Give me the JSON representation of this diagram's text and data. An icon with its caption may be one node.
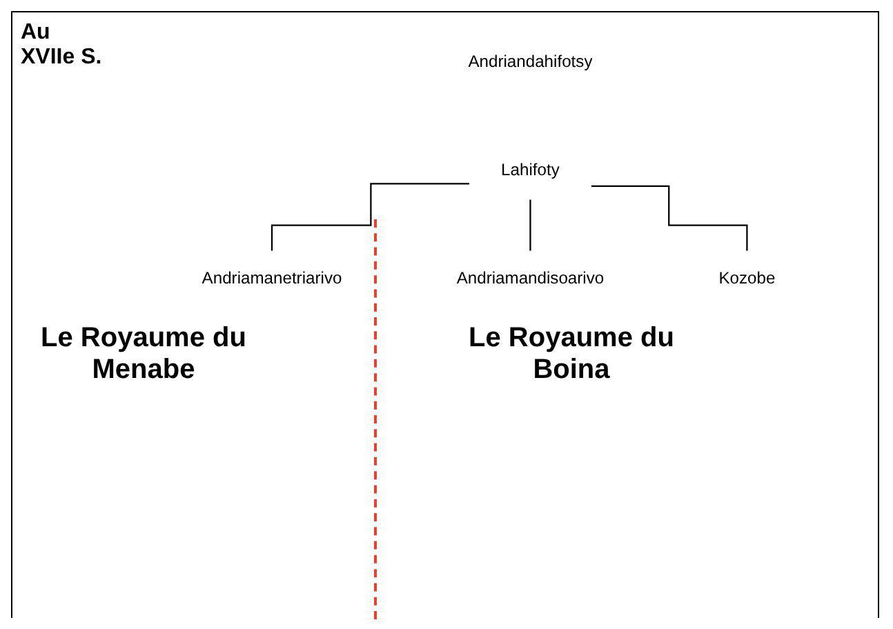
{
  "diagram": {
    "nodes": [
      {
        "text": [
          "Andriandahifotsy"
        ]
      },
      {
        "text": [
          "Lahifoty"
        ]
      },
      {
        "text": [
          "Andriamanetriarivo"
        ]
      },
      {
        "text": [
          "Andriamandisoarivo"
        ]
      },
      {
        "text": [
          "Kozobe"
        ]
      }
    ],
    "edges": [
      {
        "from": 1,
        "to": 2,
        "arrow": "none"
      },
      {
        "from": 1,
        "to": 3,
        "arrow": "none"
      },
      {
        "from": 1,
        "to": 4,
        "arrow": "none"
      }
    ],
    "labels": [
      "Au XVIIe S.",
      "Le Royaume du Menabe",
      "Le Royaume du Boina"
    ]
  }
}
